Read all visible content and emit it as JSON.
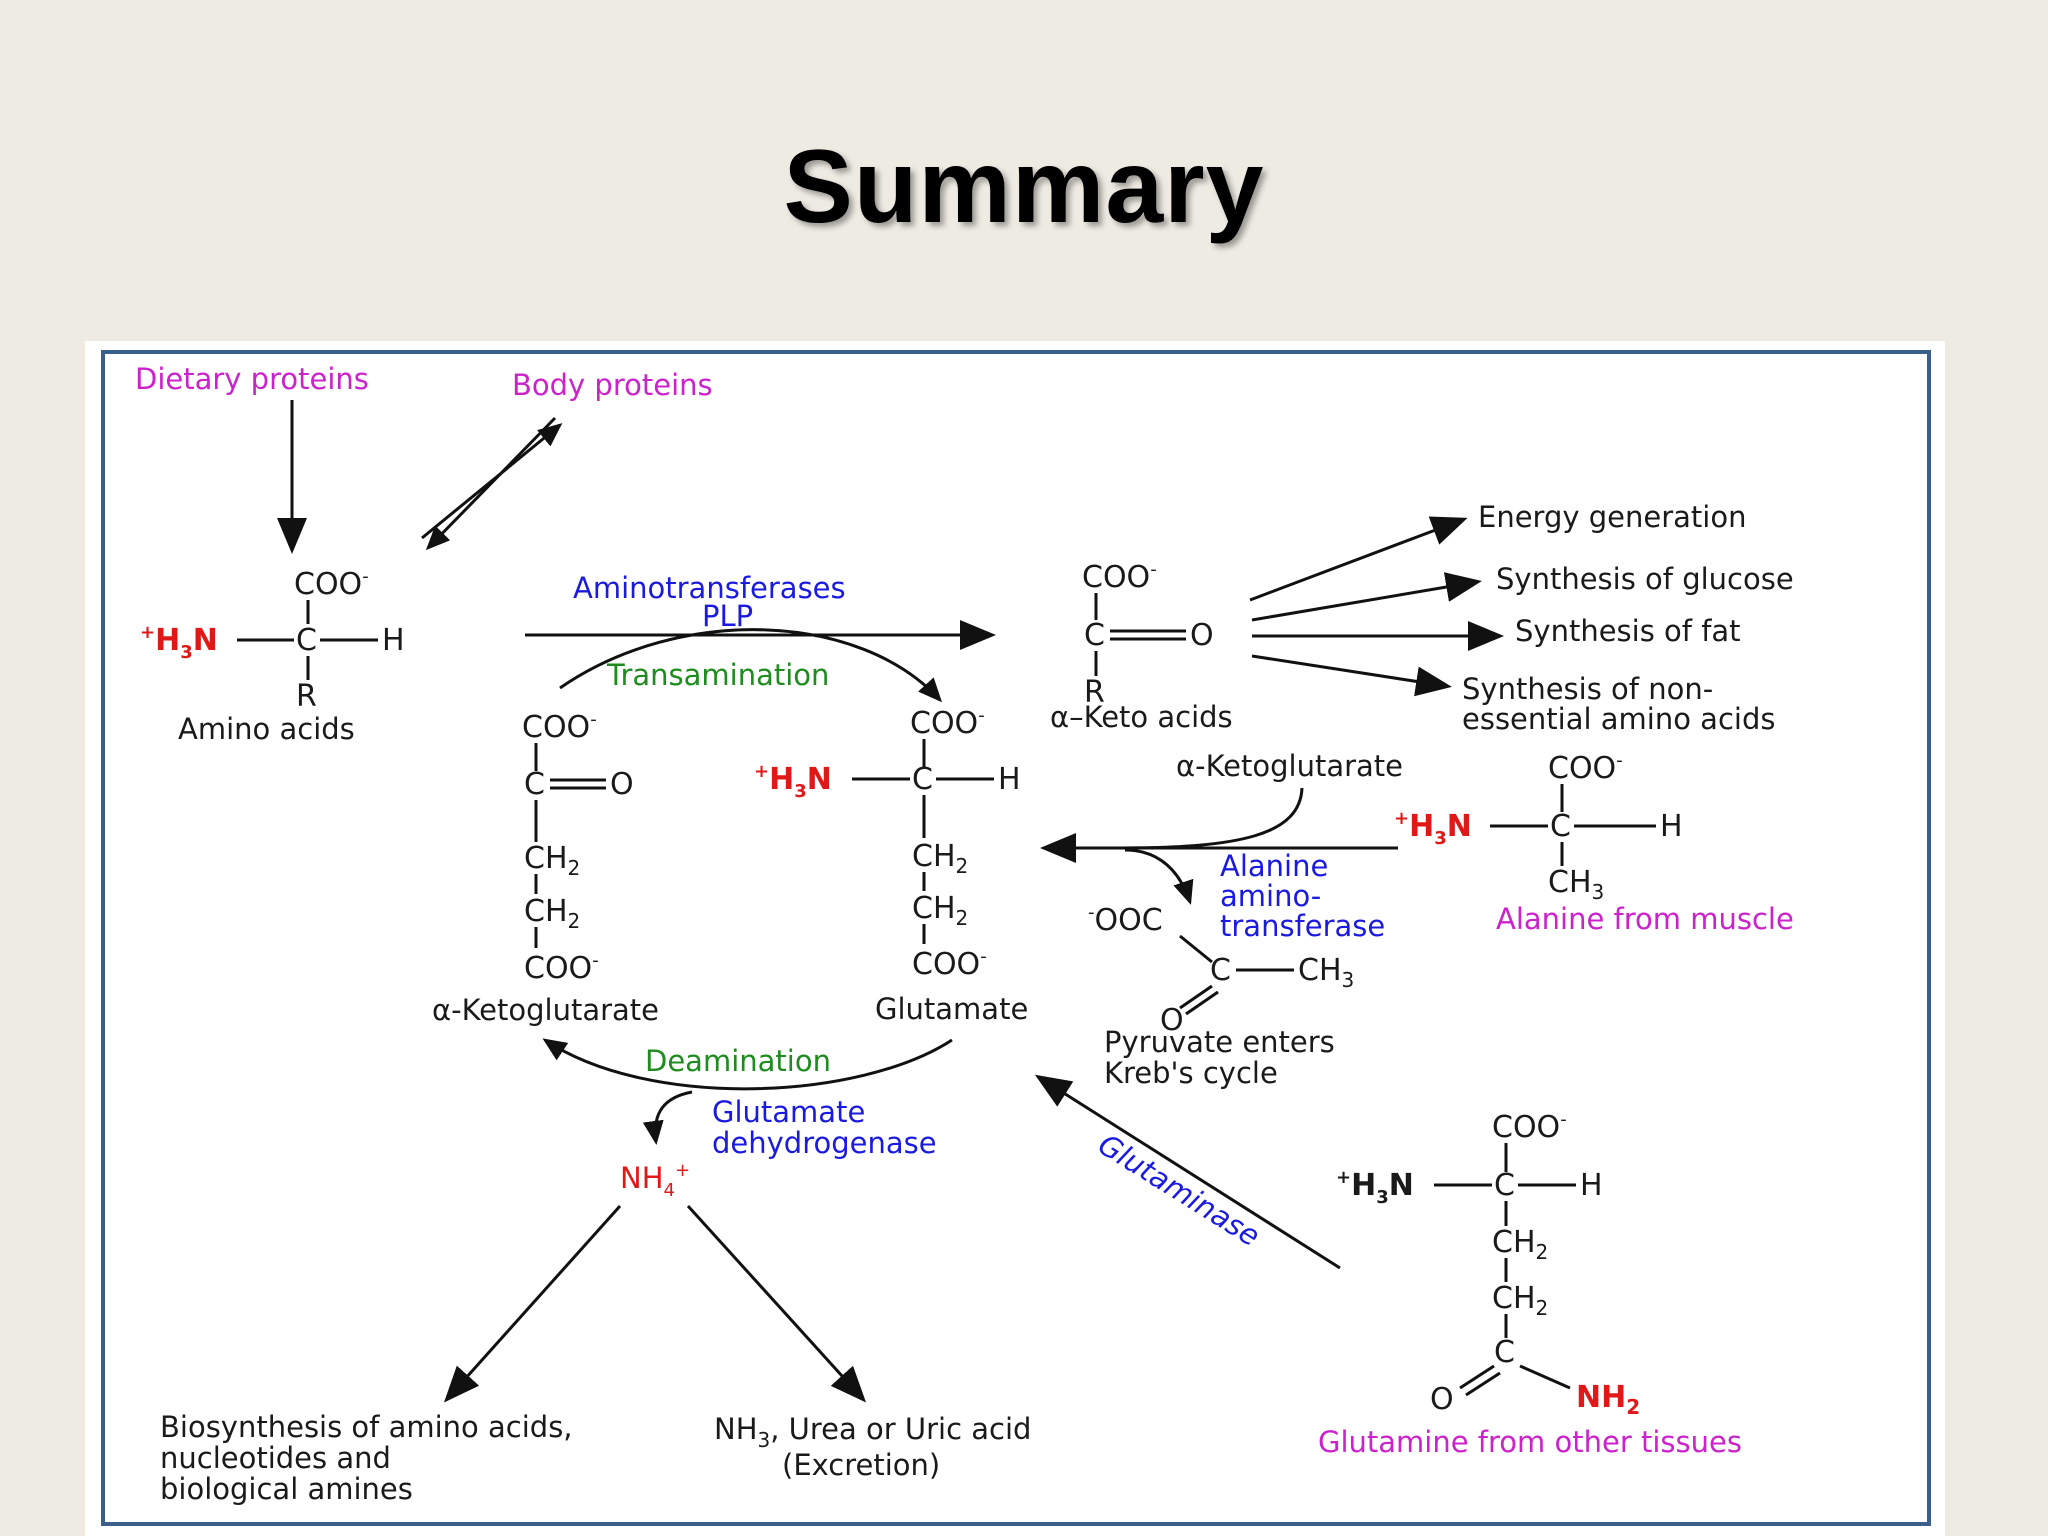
{
  "slide": {
    "title": "Summary"
  },
  "labels": {
    "dietary_proteins": "Dietary proteins",
    "body_proteins": "Body proteins",
    "amino_acids": "Amino acids",
    "aminotransferases": "Aminotransferases",
    "plp": "PLP",
    "transamination": "Transamination",
    "keto_acids": "α–Keto acids",
    "energy_generation": "Energy generation",
    "synthesis_glucose": "Synthesis of glucose",
    "synthesis_fat": "Synthesis of fat",
    "synthesis_nonessential_1": "Synthesis of non-",
    "synthesis_nonessential_2": "essential amino acids",
    "alpha_ketoglutarate_left": "α-Ketoglutarate",
    "glutamate": "Glutamate",
    "alpha_ketoglutarate_right": "α-Ketoglutarate",
    "alanine_aminotransferase_1": "Alanine",
    "alanine_aminotransferase_2": "amino-",
    "alanine_aminotransferase_3": "transferase",
    "alanine_from_muscle": "Alanine from muscle",
    "pyruvate_1": "Pyruvate enters",
    "pyruvate_2": "Kreb's cycle",
    "deamination": "Deamination",
    "glutamate_dh_1": "Glutamate",
    "glutamate_dh_2": "dehydrogenase",
    "glutaminase": "Glutaminase",
    "biosynthesis_1": "Biosynthesis of amino acids,",
    "biosynthesis_2": "nucleotides and",
    "biosynthesis_3": "biological amines",
    "excretion_1_a": "NH",
    "excretion_1_sub": "3",
    "excretion_1_b": ", Urea or Uric acid",
    "excretion_2": "(Excretion)",
    "glutamine_from_tissues": "Glutamine from other tissues"
  },
  "chemistry": {
    "coo_minus": "COO",
    "ooc": "OOC",
    "minus": "-",
    "plus": "+",
    "h3n_h": "H",
    "h3n_3": "3",
    "h3n_n": "N",
    "c": "C",
    "h": "H",
    "r": "R",
    "o": "O",
    "ch2": "CH",
    "two": "2",
    "ch3": "CH",
    "three": "3",
    "nh4": "NH",
    "four": "4",
    "nh2": "NH"
  },
  "colors": {
    "background": "#eeebe3",
    "frame": "#3a5f8a",
    "magenta": "#cc22cc",
    "blue": "#1a1ae0",
    "green": "#1e8c1e",
    "red": "#e01818"
  }
}
